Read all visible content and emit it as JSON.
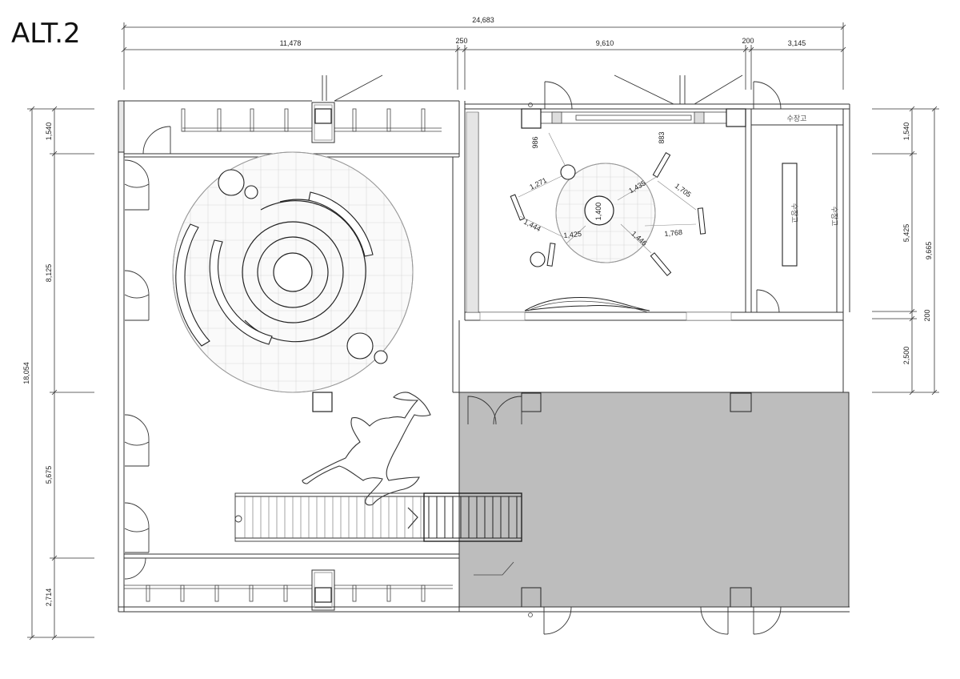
{
  "title": "ALT.2",
  "dimensions": {
    "top_total": "24,683",
    "top_seg1": "11,478",
    "top_seg2": "250",
    "top_seg3": "9,610",
    "top_seg4": "200",
    "top_seg5": "3,145",
    "left_total": "18,054",
    "left_seg1": "1,540",
    "left_seg2": "8,125",
    "left_seg3": "5,675",
    "left_seg4": "2,714",
    "right_seg1": "1,540",
    "right_seg2": "5,425",
    "right_seg3": "200",
    "right_seg4": "2,500",
    "right_total": "9,665"
  },
  "inner_dims": {
    "d986": "986",
    "d883": "883",
    "d1271": "1,271",
    "d1435": "1,435",
    "d1705": "1,705",
    "d1400": "1,400",
    "d1444": "1,444",
    "d1425": "1,425",
    "d1446": "1,446",
    "d1768": "1,768"
  },
  "labels": {
    "storage_top": "수장고",
    "storage_box": "수장고",
    "storage_side": "수장고"
  },
  "colors": {
    "line": "#333333",
    "grid": "#d8d8d8",
    "shaded_area": "#bdbdbd"
  }
}
